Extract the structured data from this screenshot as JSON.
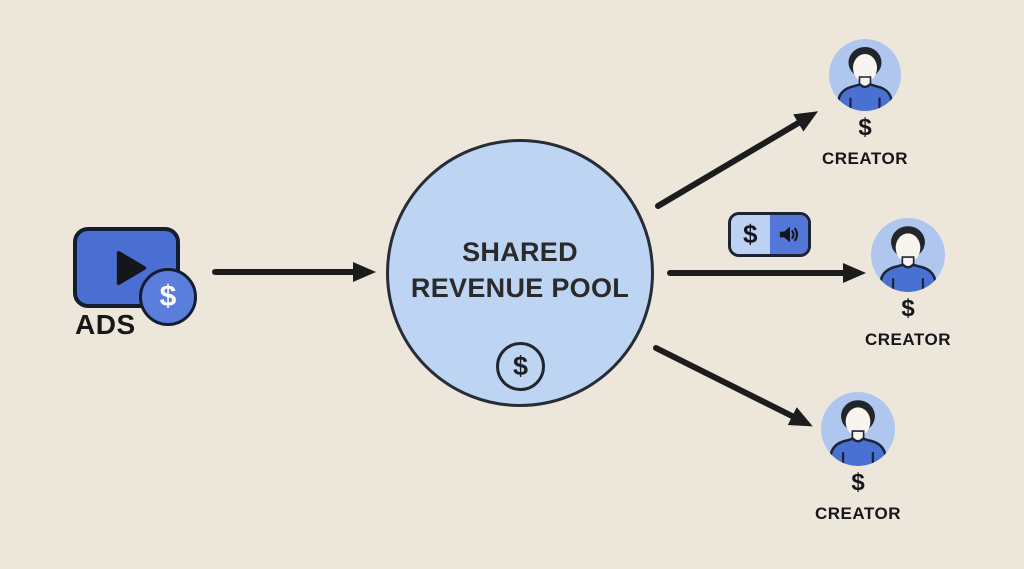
{
  "diagram": {
    "background_color": "#EDE6DA",
    "arrow_color": "#1C1C1C"
  },
  "ads": {
    "label": "ADS",
    "coin_symbol": "$",
    "video_color": "#4A6ED1",
    "coin_color": "#5B7EDC"
  },
  "pool": {
    "title_line1": "SHARED",
    "title_line2": "REVENUE POOL",
    "coin_symbol": "$",
    "fill_color": "#BDD4F3"
  },
  "payment_badge": {
    "dollar_symbol": "$",
    "left_color": "#BDD2F3",
    "right_color": "#5377D8"
  },
  "creators": [
    {
      "dollar_symbol": "$",
      "label": "CREATOR"
    },
    {
      "dollar_symbol": "$",
      "label": "CREATOR"
    },
    {
      "dollar_symbol": "$",
      "label": "CREATOR"
    }
  ]
}
